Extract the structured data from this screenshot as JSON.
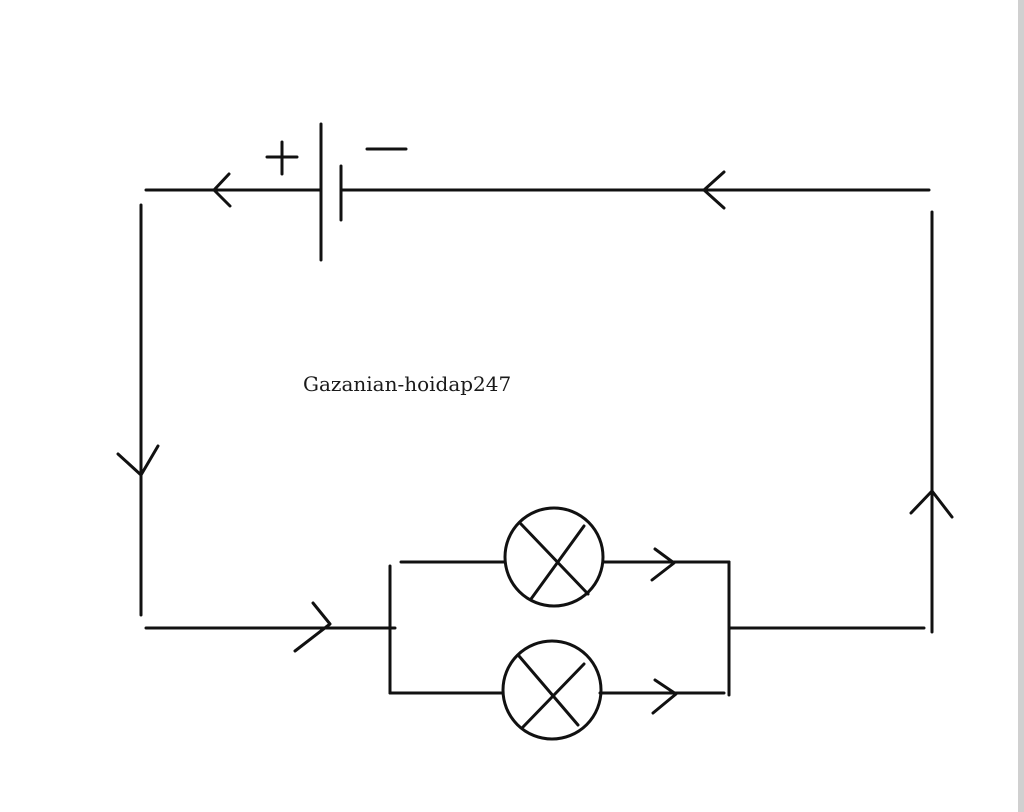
{
  "diagram": {
    "watermark": "Gazanian-hoidap247",
    "components": {
      "battery": {
        "positive_label": "+",
        "negative_label": "−"
      },
      "lamps": [
        "lamp-top",
        "lamp-bottom"
      ]
    },
    "colors": {
      "stroke": "#111111",
      "background": "#ffffff"
    }
  }
}
